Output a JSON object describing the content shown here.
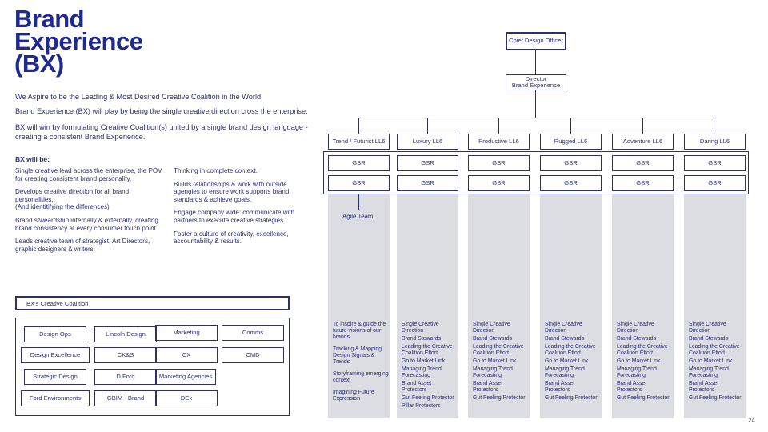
{
  "title": {
    "line1": "Brand",
    "line2": "Experience",
    "line3": "(BX)"
  },
  "intro": [
    "We Aspire to be the Leading & Most Desired Creative Coalition in the World.",
    "Brand Experience (BX) will play by being the single creative direction cross the enterprise.",
    "BX will win by formulating Creative Coalition(s) united by a single brand design language -  creating a consistent Brand Experience."
  ],
  "bx_will_be": {
    "heading": "BX will be:",
    "left": [
      "Single creative lead across the enterprise, the POV for creating consistent brand personality.",
      "Develops creative direction for all brand personalities.",
      "(And identitifying the differences)",
      "Brand stweardship internally & externally, creating brand consistency at every consumer touch point.",
      "Leads creative team of strategist, Art Directors, graphic designers  & writers."
    ],
    "right": [
      "Thinking in complete context.",
      "Builds relationships & work with outside agengies to ensure work supports brand standards & achieve goals.",
      "Engage company wide: communicate with partners to execute creative strategies.",
      "Foster a culture of creativity, excellence, accountability & results."
    ]
  },
  "coalition": {
    "header": "BX's Creative Coalition",
    "items": [
      "Design Ops",
      "Lincoln Design",
      "Marketing",
      "Comms",
      "Design Excellence",
      "CK&S",
      "CX",
      "CMD",
      "Strategic Design",
      "D.Ford",
      "Marketing Agencies",
      "Ford Environments",
      "GBIM - Brand",
      "DEx"
    ]
  },
  "org": {
    "top": "Chief Design Officer",
    "director": "Director\nBrand Experience",
    "columns": [
      "Trend / Futurist LL6",
      "Luxury LL6",
      "Productive LL6",
      "Rugged LL6",
      "Adventure LL6",
      "Daring LL6"
    ],
    "gsr_label": "GSR",
    "agile": "Agile Team",
    "agile_text": [
      "To inspire & guide the future visions of our brands.",
      "Tracking & Mapping Design Signals & Trends",
      "Storyframing emerging context",
      "Imagining Future Expression"
    ],
    "lane_texts": [
      [
        "Single Creative Direction",
        "Brand Stewards",
        "Leading the Creative Coalition Effort",
        "Go to Market Link",
        "Managing Trend Forecasting",
        "Brand Asset Protectors",
        "Gut Feeling Protector",
        "Pillar Protectors"
      ],
      [
        "Single Creative Direction",
        "Brand Stewards",
        "Leading the Creative Coalition Effort",
        "Go to Market Link",
        "Managing Trend Forecasting",
        "Brand Asset Protectors",
        "Gut Feeling Protector"
      ],
      [
        "Single Creative Direction",
        "Brand Stewards",
        "Leading the Creative Coalition Effort",
        "Go to Market Link",
        "Managing Trend Forecasting",
        "Brand Asset Protectors",
        "Gut Feeling Protector"
      ],
      [
        "Single Creative Direction",
        "Brand Stewards",
        "Leading the Creative Coalition Effort",
        "Go to Market Link",
        "Managing Trend Forecasting",
        "Brand Asset Protectors",
        "Gut Feeling Protector"
      ],
      [
        "Single Creative Direction",
        "Brand Stewards",
        "Leading the Creative Coalition Effort",
        "Go to Market Link",
        "Managing Trend Forecasting",
        "Brand Asset Protectors",
        "Gut Feeling Protector"
      ]
    ]
  },
  "page_number": "24"
}
